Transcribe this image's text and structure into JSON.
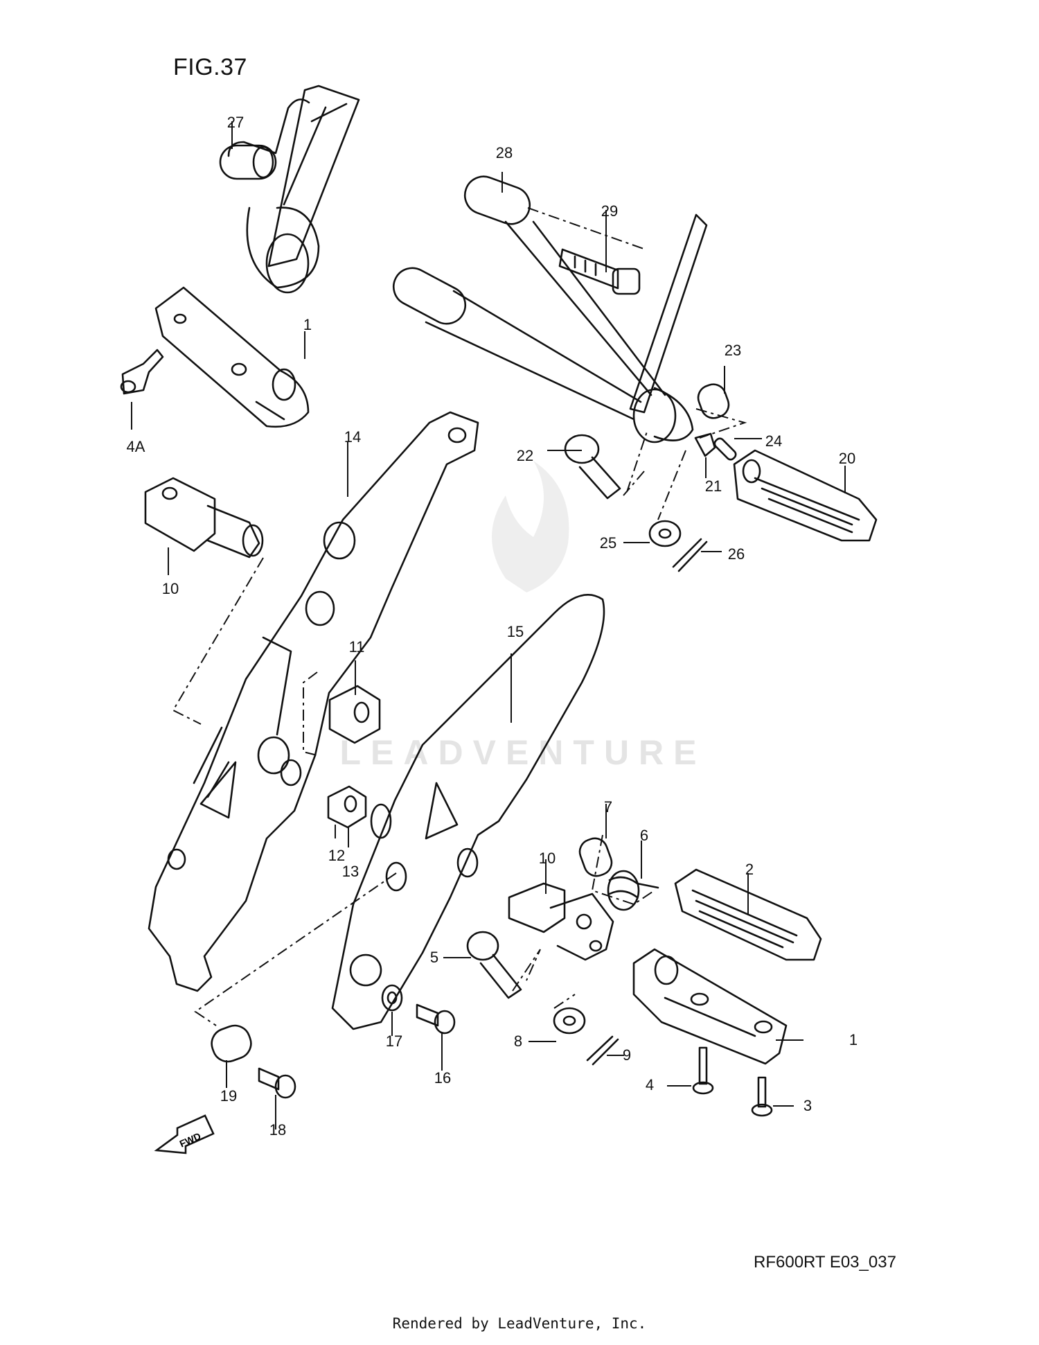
{
  "figure_title": "FIG.37",
  "diagram_code": "RF600RT E03_037",
  "footer_text": "Rendered by LeadVenture, Inc.",
  "watermark_text": "LEADVENTURE",
  "direction_label": "FWD",
  "part_labels": [
    "27",
    "28",
    "29",
    "1",
    "4A",
    "23",
    "24",
    "22",
    "21",
    "20",
    "14",
    "10",
    "25",
    "26",
    "11",
    "15",
    "7",
    "6",
    "10",
    "2",
    "12",
    "13",
    "5",
    "8",
    "9",
    "1",
    "4",
    "3",
    "17",
    "16",
    "19",
    "18"
  ],
  "colors": {
    "line": "#111111",
    "watermark": "#e4e4e4"
  }
}
